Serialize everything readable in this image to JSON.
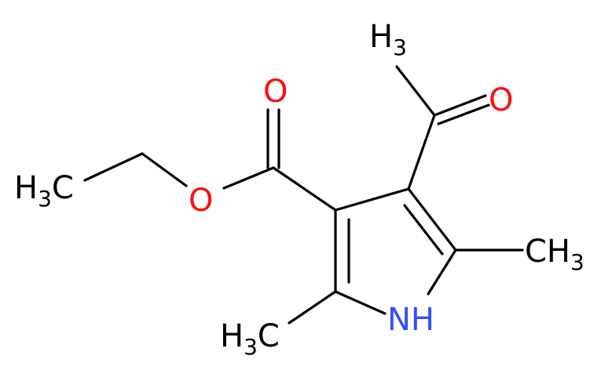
{
  "atoms": {
    "ch3_acetyl": {
      "main": "H",
      "sub": "3",
      "color": "#000000"
    },
    "o_acetyl": {
      "main": "O",
      "color": "#ff0d0d"
    },
    "o_carbonyl": {
      "main": "O",
      "color": "#ff0d0d"
    },
    "o_ester": {
      "main": "O",
      "color": "#ff0d0d"
    },
    "h3c_ethyl": {
      "main": "H",
      "sub": "3",
      "main2": "C",
      "color": "#000000"
    },
    "ch3_right": {
      "main": "CH",
      "sub": "3",
      "color": "#000000"
    },
    "h3c_bottom": {
      "main": "H",
      "sub": "3",
      "main2": "C",
      "color": "#000000"
    },
    "nh": {
      "main": "NH",
      "color": "#3050f8"
    }
  }
}
